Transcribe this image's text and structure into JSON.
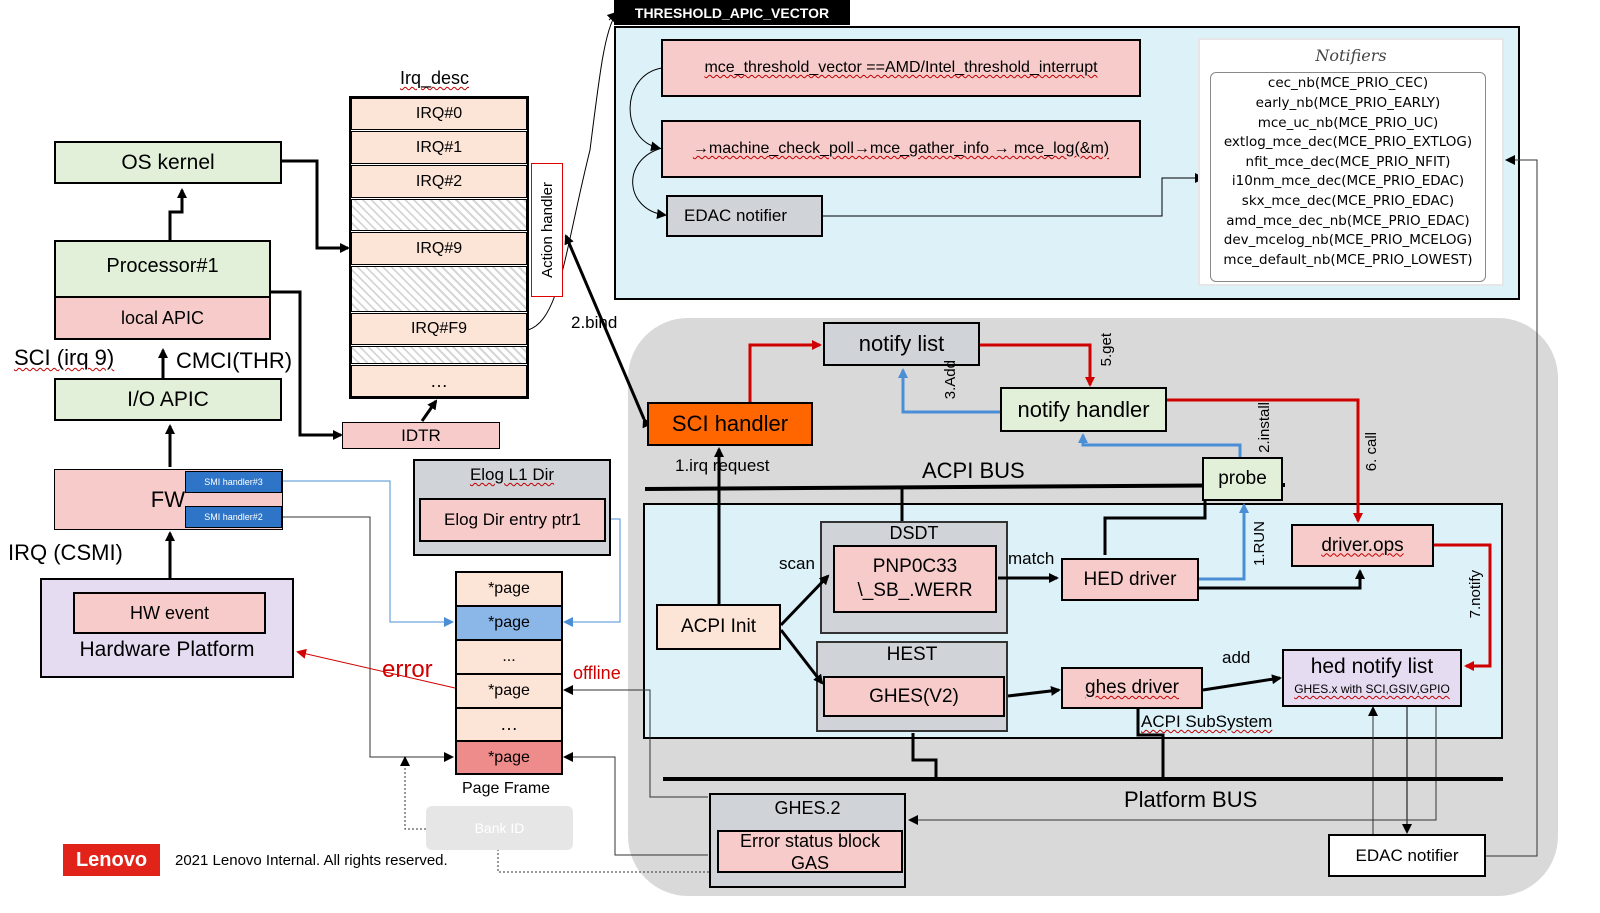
{
  "threshold": {
    "title": "THRESHOLD_APIC_VECTOR",
    "vector_box": "mce_threshold_vector ==AMD/Intel_threshold_interrupt",
    "poll_box": "→machine_check_poll→mce_gather_info → mce_log(&m)",
    "edac_notifier": "EDAC notifier"
  },
  "notifiers": {
    "title": "Notifiers",
    "items": [
      "cec_nb(MCE_PRIO_CEC)",
      "early_nb(MCE_PRIO_EARLY)",
      "mce_uc_nb(MCE_PRIO_UC)",
      "extlog_mce_dec(MCE_PRIO_EXTLOG)",
      "nfit_mce_dec(MCE_PRIO_NFIT)",
      "i10nm_mce_dec(MCE_PRIO_EDAC)",
      "skx_mce_dec(MCE_PRIO_EDAC)",
      "amd_mce_dec_nb(MCE_PRIO_EDAC)",
      "dev_mcelog_nb(MCE_PRIO_MCELOG)",
      "mce_default_nb(MCE_PRIO_LOWEST)"
    ]
  },
  "irq_desc": {
    "title": "Irq_desc",
    "rows": [
      "IRQ#0",
      "IRQ#1",
      "IRQ#2",
      "IRQ#9",
      "IRQ#F9",
      "…"
    ],
    "action_handler": "Action handler",
    "idtr": "IDTR"
  },
  "left_stack": {
    "os_kernel": "OS kernel",
    "processor": "Processor#1",
    "local_apic": "local APIC",
    "sci_label": "SCI (irq 9)",
    "cmci_label": "CMCI(THR)",
    "io_apic": "I/O APIC",
    "fw": "FW",
    "smi3": "SMI handler#3",
    "smi2": "SMI handler#2",
    "irq_csmi": "IRQ (CSMI)",
    "hw_event": "HW event",
    "hw_platform": "Hardware Platform"
  },
  "elog": {
    "dir": "Elog L1 Dir",
    "entry": "Elog Dir entry ptr1"
  },
  "page_frame": {
    "rows": [
      "*page",
      "*page",
      "...",
      "*page",
      "…",
      "*page"
    ],
    "label": "Page Frame",
    "error": "error",
    "offline": "offline",
    "bank_id": "Bank ID"
  },
  "acpi": {
    "notify_list": "notify list",
    "notify_handler": "notify handler",
    "sci_handler": "SCI handler",
    "probe": "probe",
    "acpi_bus": "ACPI BUS",
    "bind": "2.bind",
    "irq_request": "1.irq request",
    "add3": "3.Add",
    "get5": "5.get",
    "install2": "2.install",
    "call6": "6. call",
    "run1": "1.RUN",
    "notify7": "7.notify",
    "driver_ops": "driver.ops",
    "dsdt": "DSDT",
    "pnp": "PNP0C33",
    "werr": "\\_SB_.WERR",
    "scan": "scan",
    "match": "match",
    "hed_driver": "HED driver",
    "acpi_init": "ACPI Init",
    "hest": "HEST",
    "ghes_v2": "GHES(V2)",
    "ghes_driver": "ghes driver",
    "add": "add",
    "hed_notify_list": "hed notify list",
    "ghes_x": "GHES.x with SCI,GSIV,GPIO",
    "subsystem": "ACPI SubSystem",
    "platform_bus": "Platform BUS",
    "ghes2": "GHES.2",
    "err_status_1": "Error status block",
    "err_status_2": "GAS",
    "edac_notifier": "EDAC notifier"
  },
  "footer": {
    "brand": "Lenovo",
    "copyright": "2021 Lenovo Internal. All rights reserved."
  }
}
